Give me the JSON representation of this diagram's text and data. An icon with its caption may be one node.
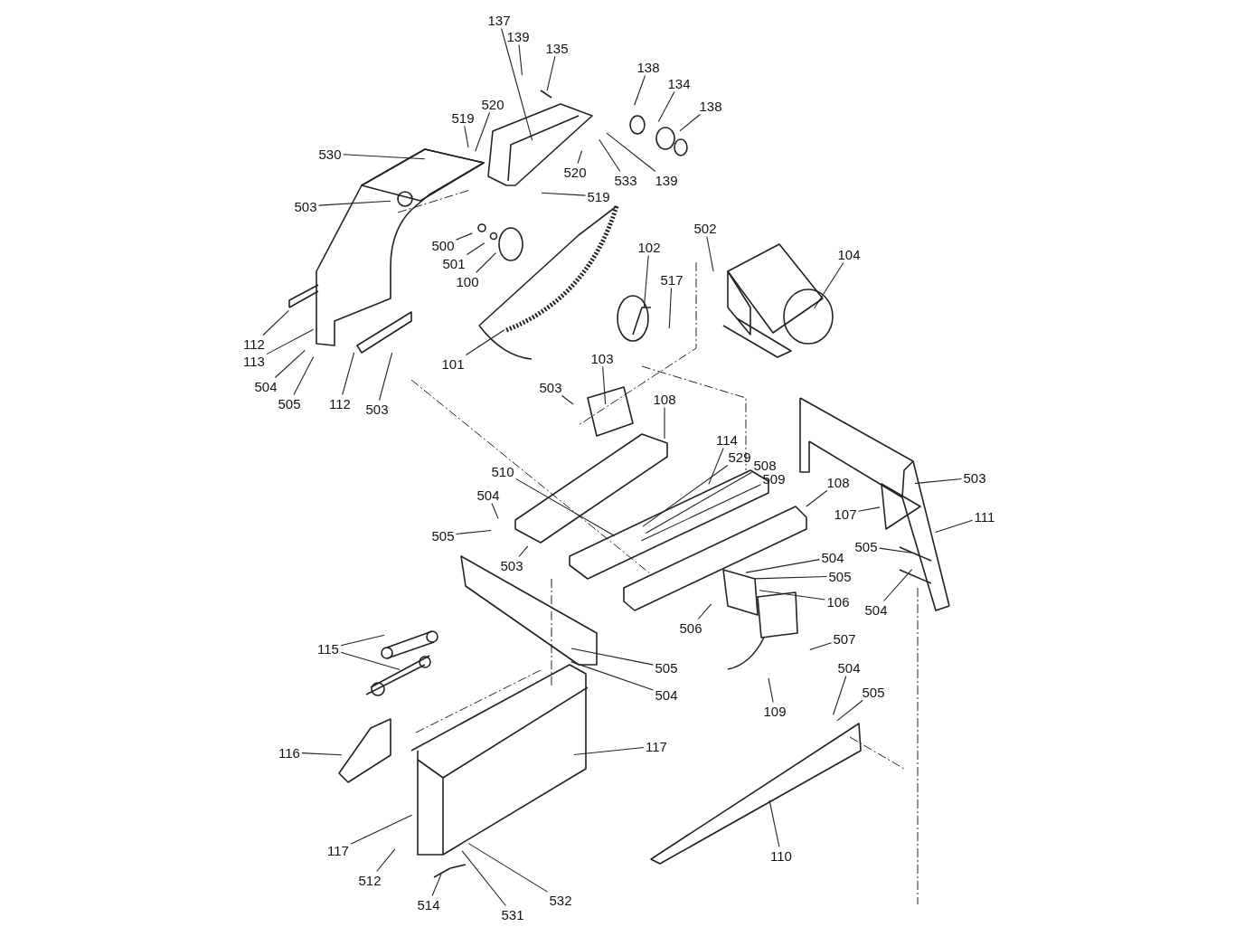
{
  "diagram": {
    "nodes": [
      {
        "text": [
          "137"
        ]
      },
      {
        "text": [
          "139"
        ]
      },
      {
        "text": [
          "135"
        ]
      },
      {
        "text": [
          "138"
        ]
      },
      {
        "text": [
          "134"
        ]
      },
      {
        "text": [
          "138"
        ]
      },
      {
        "text": [
          "519"
        ]
      },
      {
        "text": [
          "520"
        ]
      },
      {
        "text": [
          "530"
        ]
      },
      {
        "text": [
          "520"
        ]
      },
      {
        "text": [
          "533"
        ]
      },
      {
        "text": [
          "139"
        ]
      },
      {
        "text": [
          "519"
        ]
      },
      {
        "text": [
          "503"
        ]
      },
      {
        "text": [
          "500"
        ]
      },
      {
        "text": [
          "501"
        ]
      },
      {
        "text": [
          "100"
        ]
      },
      {
        "text": [
          "502"
        ]
      },
      {
        "text": [
          "102"
        ]
      },
      {
        "text": [
          "104"
        ]
      },
      {
        "text": [
          "517"
        ]
      },
      {
        "text": [
          "112"
        ]
      },
      {
        "text": [
          "113"
        ]
      },
      {
        "text": [
          "101"
        ]
      },
      {
        "text": [
          "504"
        ]
      },
      {
        "text": [
          "505"
        ]
      },
      {
        "text": [
          "112"
        ]
      },
      {
        "text": [
          "503"
        ]
      },
      {
        "text": [
          "503"
        ]
      },
      {
        "text": [
          "103"
        ]
      },
      {
        "text": [
          "108"
        ]
      },
      {
        "text": [
          "114"
        ]
      },
      {
        "text": [
          "529"
        ]
      },
      {
        "text": [
          "508"
        ]
      },
      {
        "text": [
          "510"
        ]
      },
      {
        "text": [
          "509"
        ]
      },
      {
        "text": [
          "108"
        ]
      },
      {
        "text": [
          "504"
        ]
      },
      {
        "text": [
          "503"
        ]
      },
      {
        "text": [
          "107"
        ]
      },
      {
        "text": [
          "111"
        ]
      },
      {
        "text": [
          "505"
        ]
      },
      {
        "text": [
          "503"
        ]
      },
      {
        "text": [
          "505"
        ]
      },
      {
        "text": [
          "504"
        ]
      },
      {
        "text": [
          "505"
        ]
      },
      {
        "text": [
          "106"
        ]
      },
      {
        "text": [
          "504"
        ]
      },
      {
        "text": [
          "506"
        ]
      },
      {
        "text": [
          "507"
        ]
      },
      {
        "text": [
          "115"
        ]
      },
      {
        "text": [
          "505"
        ]
      },
      {
        "text": [
          "504"
        ]
      },
      {
        "text": [
          "504"
        ]
      },
      {
        "text": [
          "505"
        ]
      },
      {
        "text": [
          "109"
        ]
      },
      {
        "text": [
          "116"
        ]
      },
      {
        "text": [
          "117"
        ]
      },
      {
        "text": [
          "117"
        ]
      },
      {
        "text": [
          "110"
        ]
      },
      {
        "text": [
          "512"
        ]
      },
      {
        "text": [
          "514"
        ]
      },
      {
        "text": [
          "531"
        ]
      },
      {
        "text": [
          "532"
        ]
      }
    ],
    "edges": [
      {
        "from": 0,
        "to": null,
        "arrow": "none"
      },
      {
        "from": 1,
        "to": null,
        "arrow": "none"
      },
      {
        "from": 2,
        "to": null,
        "arrow": "none"
      },
      {
        "from": 3,
        "to": null,
        "arrow": "none"
      },
      {
        "from": 4,
        "to": null,
        "arrow": "none"
      },
      {
        "from": 5,
        "to": null,
        "arrow": "none"
      },
      {
        "from": 6,
        "to": null,
        "arrow": "none"
      },
      {
        "from": 7,
        "to": null,
        "arrow": "none"
      },
      {
        "from": 8,
        "to": null,
        "arrow": "none"
      },
      {
        "from": 9,
        "to": null,
        "arrow": "none"
      },
      {
        "from": 10,
        "to": null,
        "arrow": "none"
      },
      {
        "from": 11,
        "to": null,
        "arrow": "none"
      },
      {
        "from": 12,
        "to": null,
        "arrow": "none"
      },
      {
        "from": 13,
        "to": null,
        "arrow": "none"
      },
      {
        "from": 14,
        "to": null,
        "arrow": "none"
      },
      {
        "from": 15,
        "to": null,
        "arrow": "none"
      },
      {
        "from": 16,
        "to": null,
        "arrow": "none"
      },
      {
        "from": 17,
        "to": null,
        "arrow": "none"
      },
      {
        "from": 18,
        "to": null,
        "arrow": "none"
      },
      {
        "from": 19,
        "to": null,
        "arrow": "none"
      },
      {
        "from": 20,
        "to": null,
        "arrow": "none"
      },
      {
        "from": 21,
        "to": null,
        "arrow": "none"
      },
      {
        "from": 22,
        "to": null,
        "arrow": "none"
      },
      {
        "from": 23,
        "to": null,
        "arrow": "none"
      },
      {
        "from": 24,
        "to": null,
        "arrow": "none"
      },
      {
        "from": 25,
        "to": null,
        "arrow": "none"
      },
      {
        "from": 26,
        "to": null,
        "arrow": "none"
      },
      {
        "from": 27,
        "to": null,
        "arrow": "none"
      },
      {
        "from": 28,
        "to": null,
        "arrow": "none"
      },
      {
        "from": 29,
        "to": null,
        "arrow": "none"
      },
      {
        "from": 30,
        "to": null,
        "arrow": "none"
      },
      {
        "from": 31,
        "to": null,
        "arrow": "none"
      },
      {
        "from": 32,
        "to": null,
        "arrow": "none"
      },
      {
        "from": 33,
        "to": null,
        "arrow": "none"
      },
      {
        "from": 34,
        "to": null,
        "arrow": "none"
      },
      {
        "from": 35,
        "to": null,
        "arrow": "none"
      },
      {
        "from": 36,
        "to": null,
        "arrow": "none"
      },
      {
        "from": 37,
        "to": null,
        "arrow": "none"
      },
      {
        "from": 38,
        "to": null,
        "arrow": "none"
      },
      {
        "from": 39,
        "to": null,
        "arrow": "none"
      },
      {
        "from": 40,
        "to": null,
        "arrow": "none"
      },
      {
        "from": 41,
        "to": null,
        "arrow": "none"
      },
      {
        "from": 42,
        "to": null,
        "arrow": "none"
      },
      {
        "from": 43,
        "to": null,
        "arrow": "none"
      },
      {
        "from": 44,
        "to": null,
        "arrow": "none"
      },
      {
        "from": 45,
        "to": null,
        "arrow": "none"
      },
      {
        "from": 46,
        "to": null,
        "arrow": "none"
      },
      {
        "from": 47,
        "to": null,
        "arrow": "none"
      },
      {
        "from": 48,
        "to": null,
        "arrow": "none"
      },
      {
        "from": 49,
        "to": null,
        "arrow": "none"
      },
      {
        "from": 50,
        "to": null,
        "arrow": "none"
      },
      {
        "from": 50,
        "to": null,
        "arrow": "none"
      },
      {
        "from": 51,
        "to": null,
        "arrow": "none"
      },
      {
        "from": 52,
        "to": null,
        "arrow": "none"
      },
      {
        "from": 53,
        "to": null,
        "arrow": "none"
      },
      {
        "from": 54,
        "to": null,
        "arrow": "none"
      },
      {
        "from": 55,
        "to": null,
        "arrow": "none"
      },
      {
        "from": 56,
        "to": null,
        "arrow": "none"
      },
      {
        "from": 57,
        "to": null,
        "arrow": "none"
      },
      {
        "from": 58,
        "to": null,
        "arrow": "none"
      },
      {
        "from": 59,
        "to": null,
        "arrow": "none"
      },
      {
        "from": 60,
        "to": null,
        "arrow": "none"
      },
      {
        "from": 61,
        "to": null,
        "arrow": "none"
      },
      {
        "from": 62,
        "to": null,
        "arrow": "none"
      },
      {
        "from": 63,
        "to": null,
        "arrow": "none"
      }
    ]
  }
}
